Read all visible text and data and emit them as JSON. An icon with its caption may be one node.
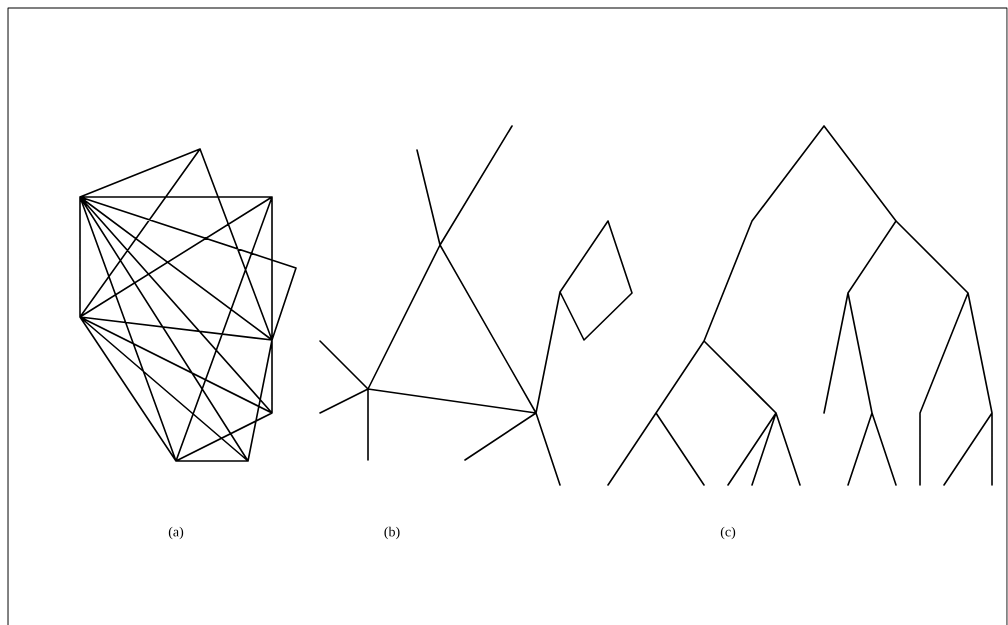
{
  "diagram": {
    "labels": [
      "(a)",
      "(b)",
      "(c)"
    ]
  }
}
